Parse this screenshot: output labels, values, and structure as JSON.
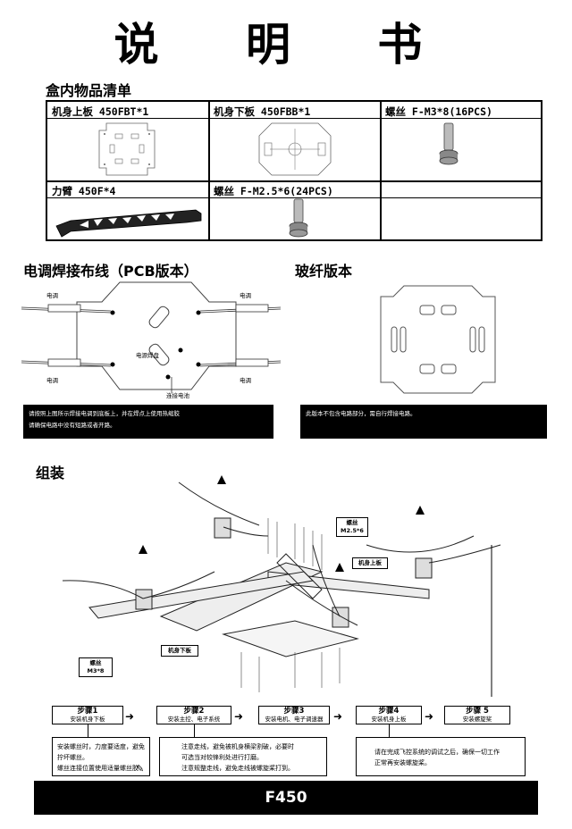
{
  "title": "说 明 书",
  "contents": {
    "heading": "盒内物品清单",
    "items": [
      {
        "label": "机身上板  450FBT*1"
      },
      {
        "label": "机身下板  450FBB*1"
      },
      {
        "label": "螺丝 F-M3*8(16PCS)"
      },
      {
        "label": "力臂 450F*4"
      },
      {
        "label": "螺丝 F-M2.5*6(24PCS)"
      }
    ]
  },
  "pcb": {
    "heading": "电调焊接布线（PCB版本）",
    "esc_label": "电调",
    "pad_label": "电源焊盘",
    "battery_label": "连接电池",
    "notes": [
      "请按照上图所示焊接电调到底板上，并在焊点上使用热缩胶",
      "请确保电路中没有短路或者开路。"
    ]
  },
  "fiberglass": {
    "heading": "玻纤版本",
    "note": "此版本不包含电路部分，需自行焊接电路。"
  },
  "assembly": {
    "heading": "组装",
    "callouts": {
      "screw_small": [
        "螺丝",
        "M2.5*6"
      ],
      "top_plate": "机身上板",
      "bottom_plate": "机身下板",
      "screw_large": [
        "螺丝",
        "M3*8"
      ]
    },
    "steps": [
      {
        "title": "步骤1",
        "sub": "安装机身下板"
      },
      {
        "title": "步骤2",
        "sub": "安装主控、电子系统"
      },
      {
        "title": "步骤3",
        "sub": "安装电机、电子调速器"
      },
      {
        "title": "步骤4",
        "sub": "安装机身上板"
      },
      {
        "title": "步骤 5",
        "sub": "安装螺旋桨"
      }
    ],
    "notes": [
      [
        "安装螺丝时，力度要适度，避免",
        "拧坏螺丝。",
        "螺丝连接位置使用适量螺丝胶"
      ],
      [
        "注意走线，避免被机身横梁割破，必要时",
        "可选当对较锋利处进行打磨。",
        "注意规整走线，避免走线被螺旋桨打到。"
      ],
      [
        "请在完成飞控系统的调试之后，确保一切工作",
        "正常再安装螺旋桨。"
      ]
    ]
  },
  "footer": "F450"
}
